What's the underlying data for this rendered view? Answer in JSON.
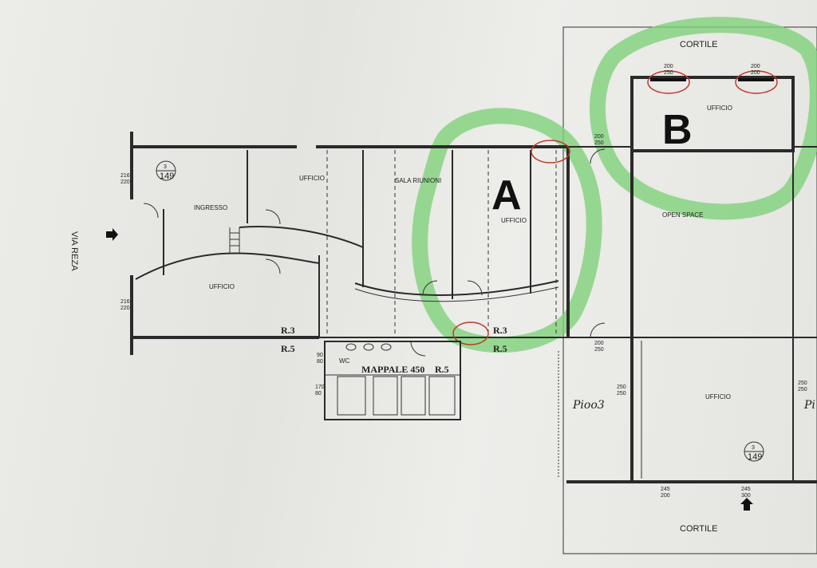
{
  "street": "VIA REZA",
  "rooms": {
    "ingresso": "INGRESSO",
    "ufficio_left": "UFFICIO",
    "ufficio_top1": "UFFICIO",
    "sala_riunioni": "SALA RIUNIONI",
    "ufficio_a": "UFFICIO",
    "ufficio_b": "UFFICIO",
    "open_space": "OPEN SPACE",
    "ufficio_bottom": "UFFICIO",
    "wc": "WC"
  },
  "courtyard_top": "CORTILE",
  "courtyard_bottom": "CORTILE",
  "mappale": "MAPPALE 450",
  "levels": {
    "r3_left": "R.3",
    "r5_left": "R.5",
    "r5_wc": "R.5",
    "r3_right": "R.3",
    "r5_right": "R.5"
  },
  "markers": {
    "a": "A",
    "b": "B"
  },
  "section_ref": {
    "num": "3",
    "den": "149"
  },
  "section_ref2": {
    "num": "3",
    "den": "149"
  },
  "handwritten": {
    "left": "Pioo3",
    "right": "Pi"
  },
  "dims": {
    "d1": "216",
    "d1b": "220",
    "d2": "216",
    "d2b": "220",
    "d3": "170",
    "d3b": "80",
    "d4": "90",
    "d4b": "80",
    "d5": "200",
    "d5b": "250",
    "d6": "200",
    "d6b": "250",
    "d7": "200",
    "d7b": "250",
    "d8": "250",
    "d8b": "250",
    "d9": "250",
    "d9b": "250",
    "d10": "245",
    "d10b": "200",
    "d11": "245",
    "d11b": "300",
    "d12": "200",
    "d12b": "200"
  },
  "colors": {
    "highlight": "#7fd27a",
    "circle_red": "#c0392b",
    "ink": "#2a2a2a"
  }
}
